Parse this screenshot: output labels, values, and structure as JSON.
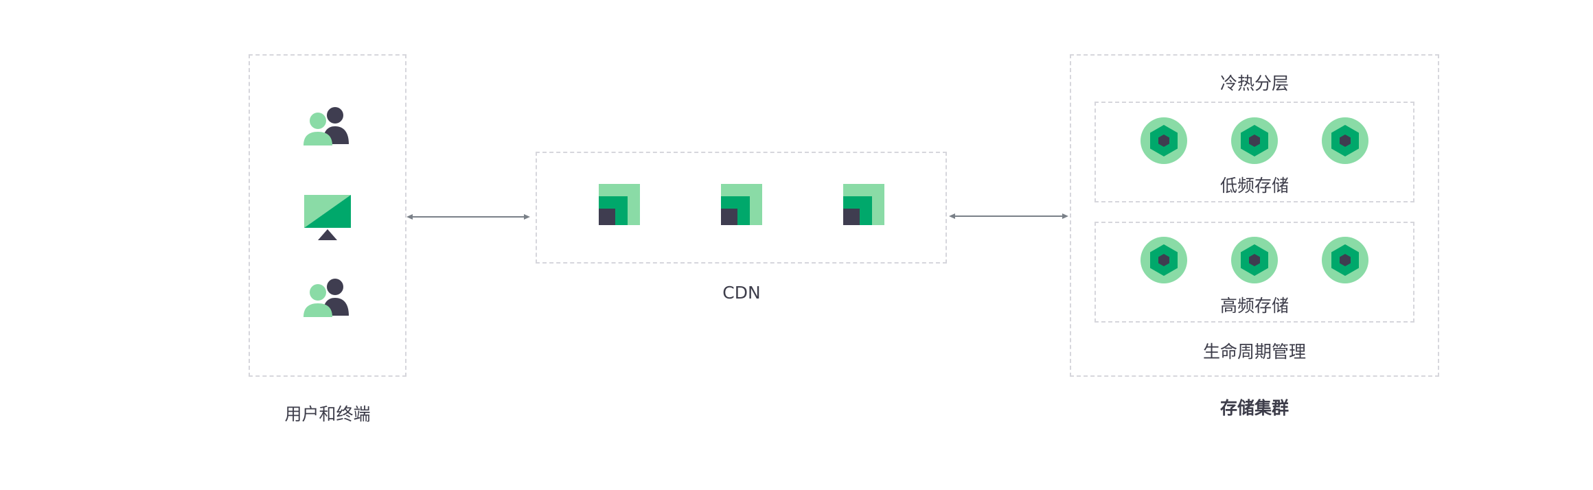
{
  "users_section": {
    "caption": "用户和终端",
    "icons": [
      "users-icon",
      "monitor-icon",
      "users-icon"
    ]
  },
  "cdn_section": {
    "caption": "CDN",
    "icons": [
      "cdn-node-icon",
      "cdn-node-icon",
      "cdn-node-icon"
    ]
  },
  "storage_section": {
    "caption": "存储集群",
    "top_label": "冷热分层",
    "bottom_label": "生命周期管理",
    "tiers": [
      {
        "label": "低频存储",
        "icons": [
          "storage-node-icon",
          "storage-node-icon",
          "storage-node-icon"
        ]
      },
      {
        "label": "高频存储",
        "icons": [
          "storage-node-icon",
          "storage-node-icon",
          "storage-node-icon"
        ]
      }
    ]
  },
  "colors": {
    "light_green": "#8adba6",
    "green": "#00a86b",
    "dark": "#3f3d50",
    "border": "#d6d6dc",
    "arrow": "#7a8088"
  }
}
